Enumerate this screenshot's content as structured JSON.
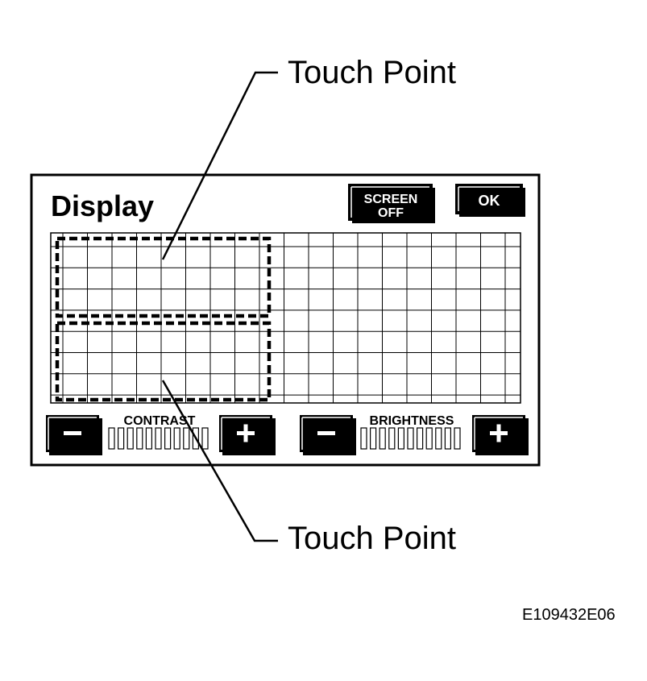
{
  "callouts": {
    "top": "Touch Point",
    "bottom": "Touch Point"
  },
  "panel": {
    "title": "Display",
    "screen_off": {
      "line1": "SCREEN",
      "line2": "OFF"
    },
    "ok": "OK",
    "contrast": {
      "label": "CONTRAST",
      "minus": "−",
      "plus": "+"
    },
    "brightness": {
      "label": "BRIGHTNESS",
      "minus": "−",
      "plus": "+"
    }
  },
  "reference_code": "E109432E06",
  "colors": {
    "ink": "#000000",
    "paper": "#ffffff"
  }
}
